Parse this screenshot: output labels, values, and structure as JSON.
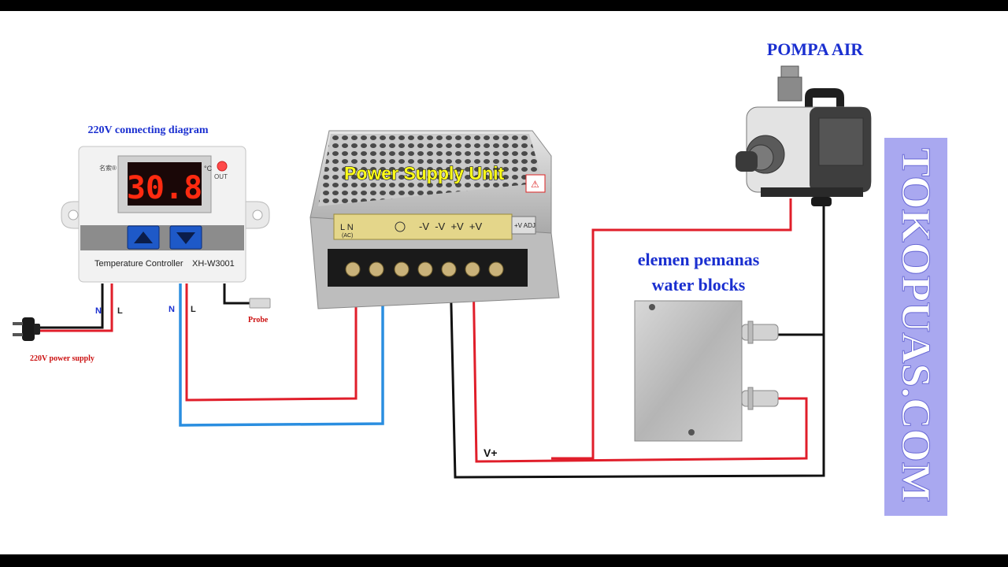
{
  "title": "220V connecting diagram",
  "controller": {
    "display": "30.8",
    "unit": "°C",
    "out_label": "OUT",
    "brand_mark": "名索®",
    "label": "Temperature Controller",
    "model": "XH-W3001",
    "terminal_n_power": "N",
    "terminal_l_power": "L",
    "terminal_n_load": "N",
    "terminal_l_load": "L",
    "probe_label": "Probe",
    "plug_label": "220V power supply"
  },
  "psu": {
    "title": "Power Supply Unit",
    "terminals_left": "L  N",
    "terminals_ac": "(AC)",
    "terminals_right": "-V  -V  +V  +V",
    "adj": "+V ADJ",
    "vplus_label": "V+"
  },
  "pump": {
    "title": "POMPA AIR"
  },
  "heater": {
    "title_line1": "elemen pemanas",
    "title_line2": "water blocks"
  },
  "watermark": "TOKOPUAS.COM",
  "colors": {
    "live_wire": "#e01e2a",
    "neutral_wire": "#2a8ee0",
    "dc_negative": "#111111",
    "title_blue": "#1a2fd0",
    "watermark_bg": "#a9a8f0",
    "lcd_red": "#ff2a10"
  }
}
